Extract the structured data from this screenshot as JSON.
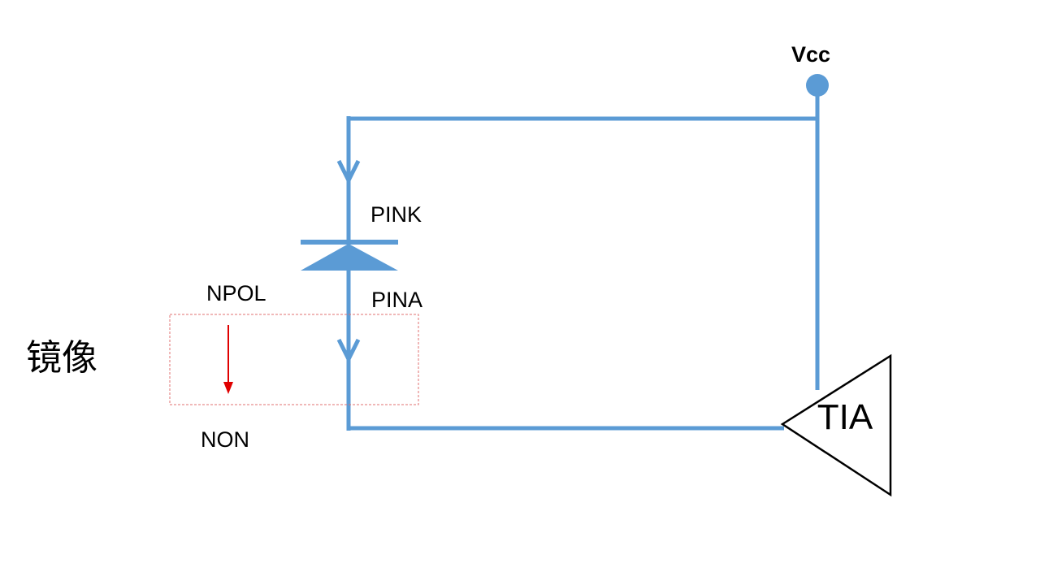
{
  "diagram": {
    "labels": {
      "vcc": "Vcc",
      "pink": "PINK",
      "pina": "PINA",
      "npol": "NPOL",
      "non": "NON",
      "mirror": "镜像",
      "tia": "TIA"
    },
    "colors": {
      "wire": "#5b9bd5",
      "arrow_red": "#e00000",
      "dashed_box": "#e07070",
      "outline": "#000000"
    }
  }
}
